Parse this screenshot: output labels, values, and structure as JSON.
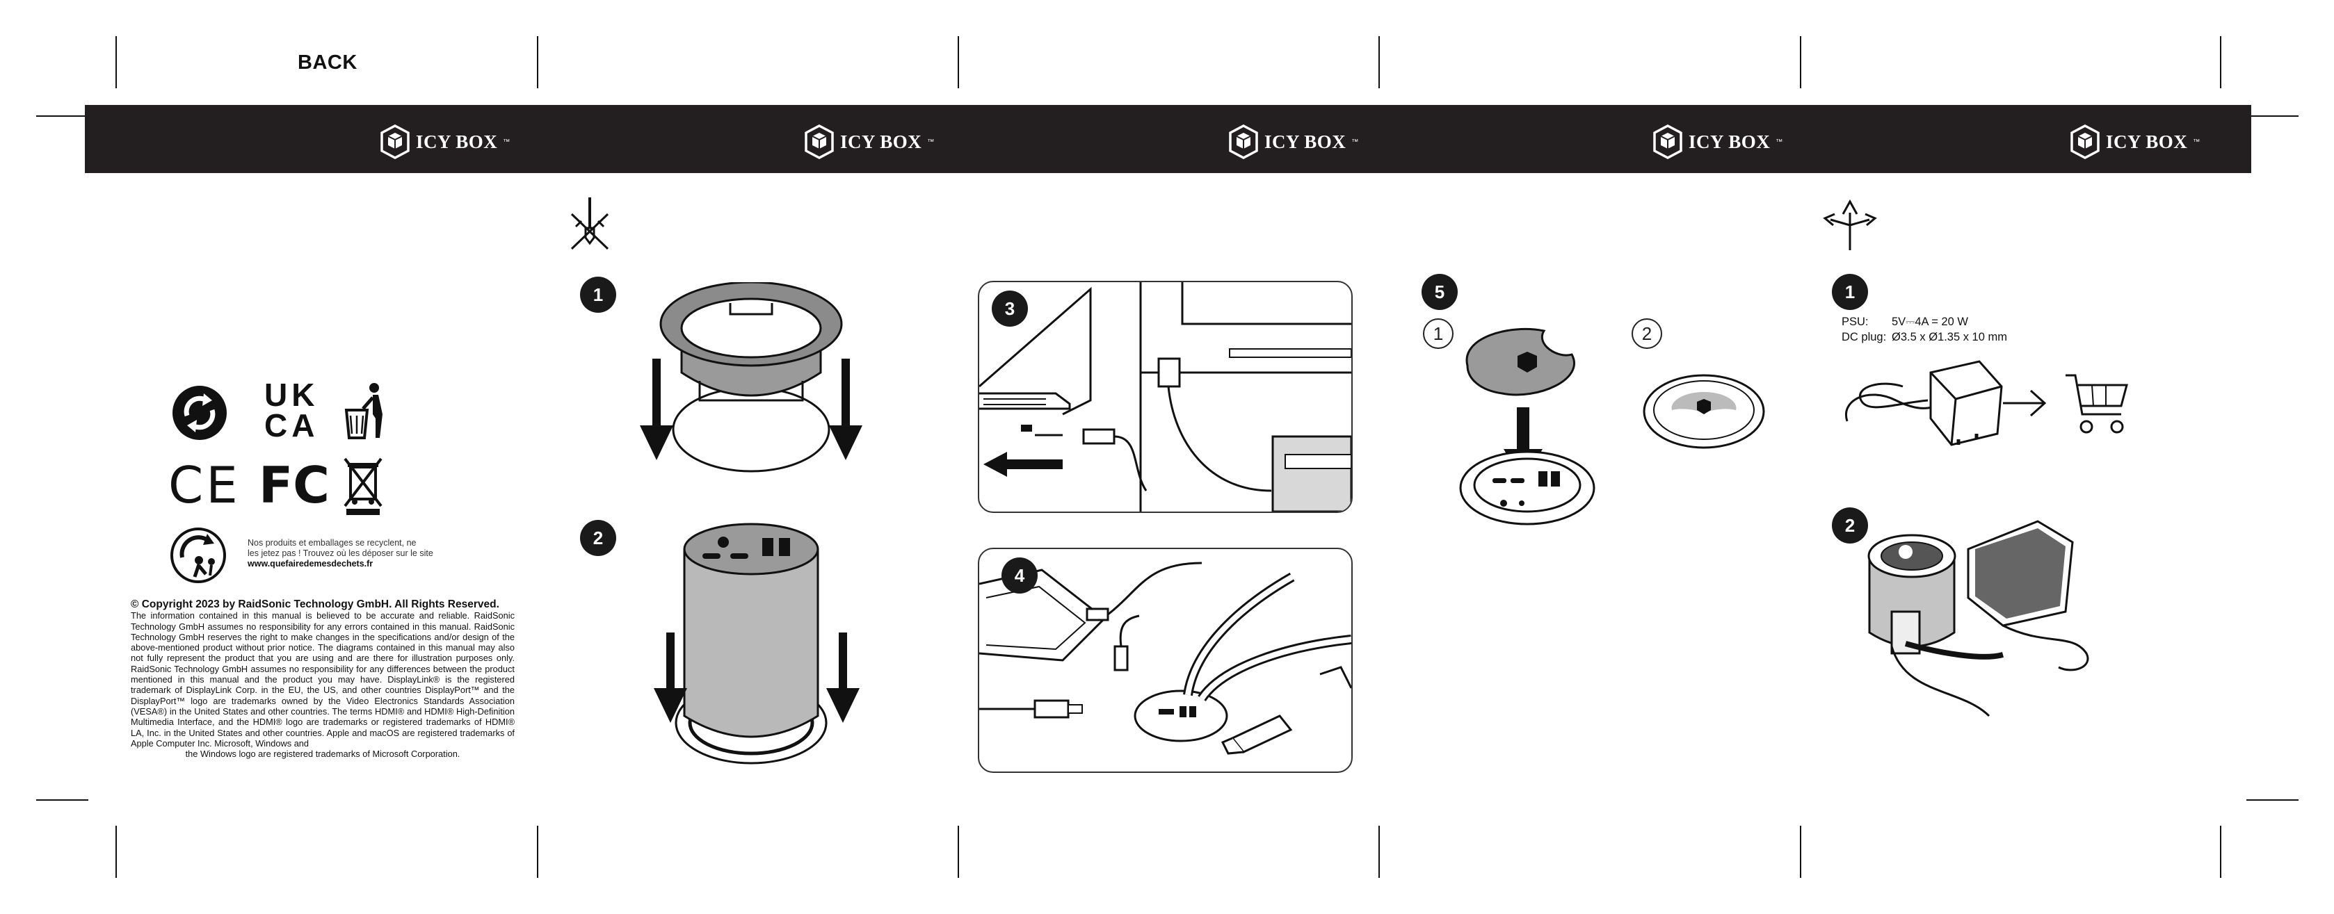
{
  "page": {
    "back_label": "BACK"
  },
  "brand": {
    "name": "ICY BOX",
    "count": 5
  },
  "compliance": {
    "marks": [
      "recycling-icon",
      "ukca-mark",
      "tidyman-icon",
      "ce-mark",
      "fcc-mark",
      "weee-bin-icon",
      "triman-icon"
    ],
    "ukca_text": [
      "UK",
      "CA"
    ],
    "ce_text": "CE",
    "fcc_text": "FC",
    "recycle_note": {
      "line1": "Nos produits et emballages se recyclent, ne",
      "line2": "les jetez pas ! Trouvez où les déposer sur le site",
      "website": "www.quefairedemesdechets.fr"
    }
  },
  "copyright": {
    "heading": "© Copyright 2023 by RaidSonic Technology GmbH. All Rights Reserved.",
    "body": "The information contained in this manual is believed to be accurate and reliable. RaidSonic Technology GmbH assumes no responsibility for any errors contained in this manual. RaidSonic Technology GmbH reserves the right to make changes in the specifications and/or design of the above-mentioned product without prior notice. The diagrams contained in this manual may also not fully represent the product that you are using and are there for illustration purposes only. RaidSonic Technology GmbH assumes no responsibility for any differences between the product mentioned in this manual and the product you may have. DisplayLink® is the registered trademark of DisplayLink Corp. in the EU, the US, and other countries DisplayPort™ and the DisplayPort™ logo are trademarks owned by the Video Electronics Standards Association (VESA®) in the United States and other countries. The terms HDMI® and HDMI® High-Definition Multimedia Interface, and the HDMI® logo are trademarks or registered trademarks of HDMI® LA, Inc. in the United States and other countries. Apple and macOS are registered trademarks of Apple Computer Inc. Microsoft, Windows and",
    "last_line": "the Windows logo are registered trademarks of Microsoft Corporation."
  },
  "steps": {
    "install_1": "1",
    "install_2": "2",
    "connect_3": "3",
    "connect_4": "4",
    "cover_5": "5",
    "cover_sub_1": "1",
    "cover_sub_2": "2",
    "power_1": "1",
    "power_2": "2"
  },
  "psu": {
    "psu_label": "PSU:",
    "psu_value": "5V⎓4A = 20 W",
    "plug_label": "DC plug:",
    "plug_value": "Ø3.5 x Ø1.35 x 10 mm"
  },
  "icons": [
    "no-tools-icon",
    "options-arrows-icon",
    "shopping-cart-icon"
  ]
}
